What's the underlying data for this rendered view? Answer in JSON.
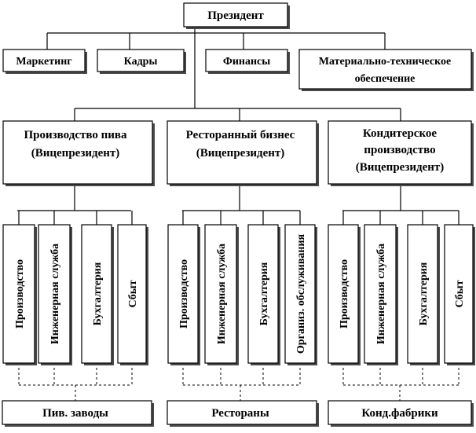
{
  "president": "Президент",
  "services": {
    "marketing": "Маркетинг",
    "hr": "Кадры",
    "finance": "Финансы",
    "logistics": [
      "Материально-техническое",
      "обеспечение"
    ]
  },
  "divisions": {
    "beer": [
      "Производство пива",
      "(Вицепрезидент)"
    ],
    "restaurant": [
      "Ресторанный бизнес",
      "(Вицепрезидент)"
    ],
    "confect": [
      "Кондитерское",
      "производство",
      "(Вицепрезидент)"
    ]
  },
  "departments": {
    "beer": [
      "Производство",
      "Инженерная служба",
      "Бухгалтерия",
      "Сбыт"
    ],
    "restaurant": [
      "Производство",
      "Инженерная служба",
      "Бухгалтерия",
      "Организ. обслуживания"
    ],
    "confect": [
      "Производство",
      "Инженерная служба",
      "Бухгалтерия",
      "Сбыт"
    ]
  },
  "units": {
    "beer": "Пив. заводы",
    "restaurant": "Рестораны",
    "confect": "Конд.фабрики"
  }
}
